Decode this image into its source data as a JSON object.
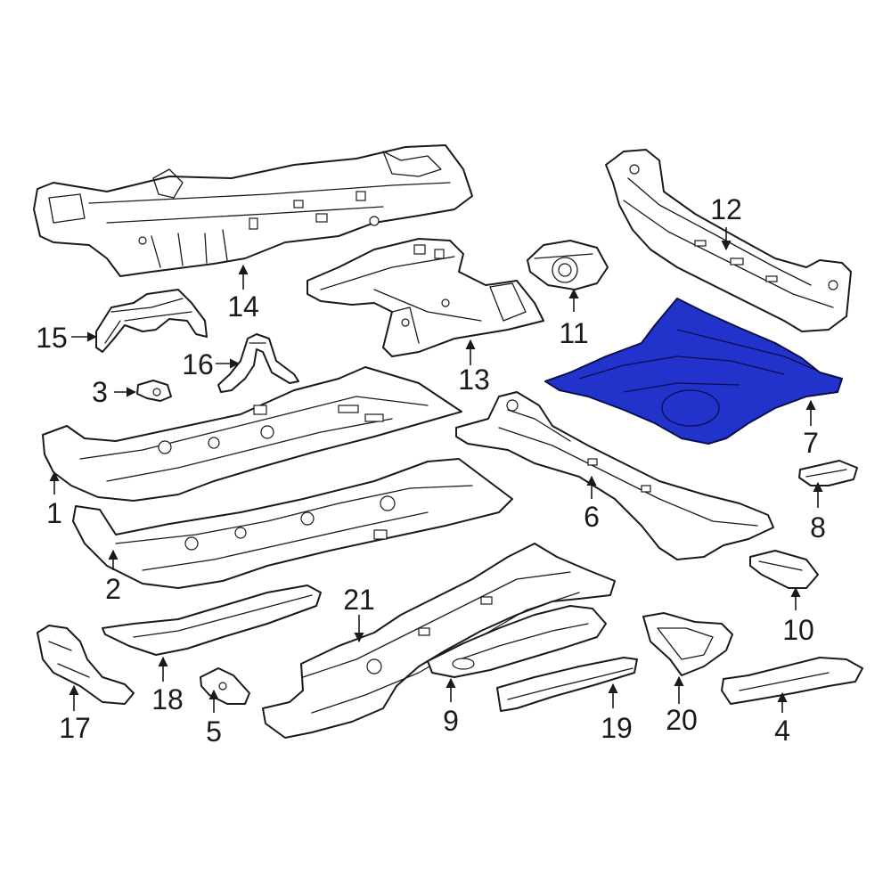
{
  "diagram": {
    "highlight_color": "#2233cc",
    "line_color": "#1a1a1a",
    "highlighted_part": "7",
    "callouts": {
      "c1": "1",
      "c2": "2",
      "c3": "3",
      "c4": "4",
      "c5": "5",
      "c6": "6",
      "c7": "7",
      "c8": "8",
      "c9": "9",
      "c10": "10",
      "c11": "11",
      "c12": "12",
      "c13": "13",
      "c14": "14",
      "c15": "15",
      "c16": "16",
      "c17": "17",
      "c18": "18",
      "c19": "19",
      "c20": "20",
      "c21": "21"
    }
  }
}
